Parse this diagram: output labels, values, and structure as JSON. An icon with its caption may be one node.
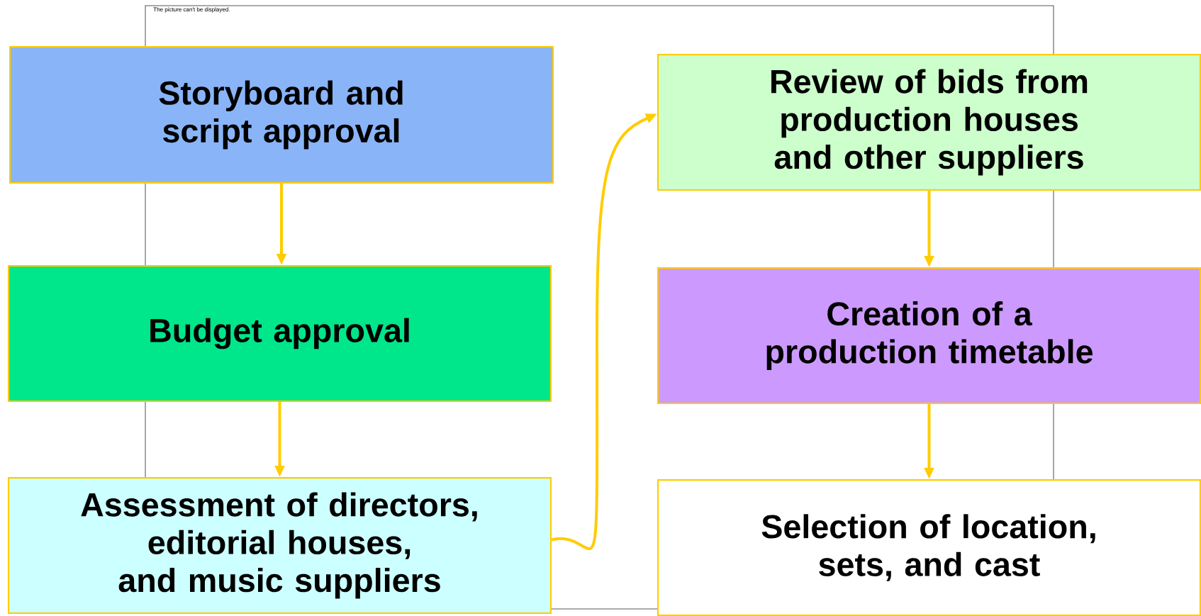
{
  "diagram": {
    "nodes": [
      {
        "text": [
          "Storyboard and script approval"
        ]
      },
      {
        "text": [
          "Budget approval"
        ]
      },
      {
        "text": [
          "Assessment of directors, editorial houses, and music suppliers"
        ]
      },
      {
        "text": [
          "Review of bids from production houses and other suppliers"
        ]
      },
      {
        "text": [
          "Creation of a production timetable"
        ]
      },
      {
        "text": [
          "Selection of location, sets, and cast"
        ]
      }
    ],
    "edges": [
      {
        "from": 0,
        "to": 1,
        "arrow": "to"
      },
      {
        "from": 1,
        "to": 2,
        "arrow": "to"
      },
      {
        "from": 2,
        "to": 3,
        "arrow": "to"
      },
      {
        "from": 3,
        "to": 4,
        "arrow": "to"
      },
      {
        "from": 4,
        "to": 5,
        "arrow": "to"
      }
    ],
    "labels": [
      "The picture can't be displayed."
    ]
  }
}
